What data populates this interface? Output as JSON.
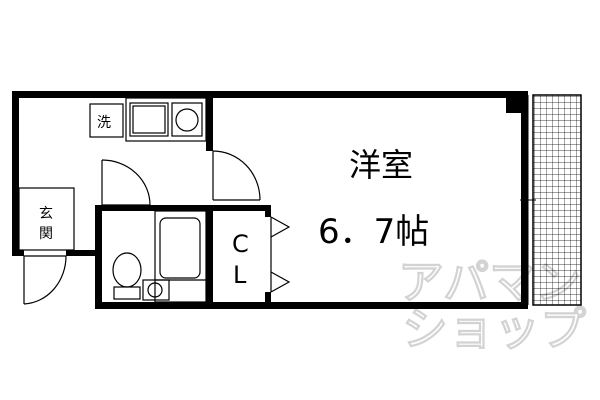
{
  "floorplan": {
    "rooms": {
      "western_room": {
        "name": "洋室",
        "size": "6．7帖"
      },
      "entrance_char1": "玄",
      "entrance_char2": "関",
      "closet_char1": "C",
      "closet_char2": "L",
      "washer": "洗"
    },
    "watermark": {
      "line1": "アパマン",
      "line2": "ショップ"
    }
  }
}
